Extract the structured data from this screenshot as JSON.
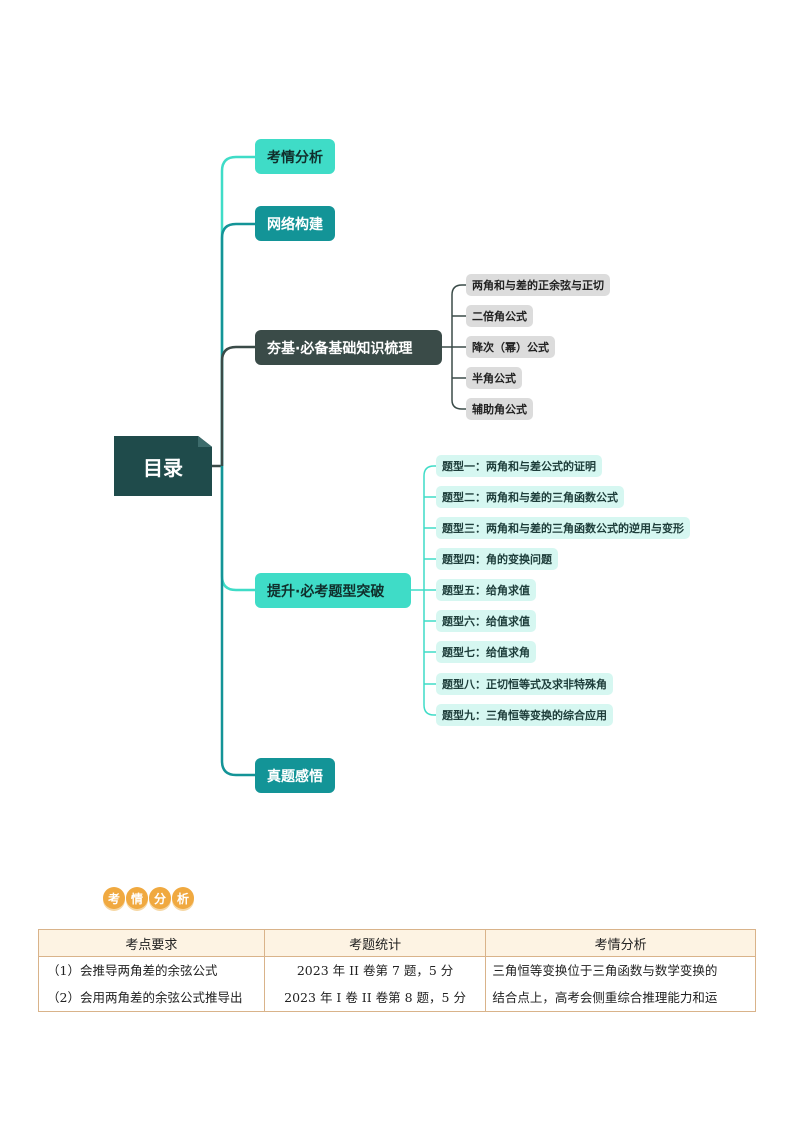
{
  "root": {
    "label": "目录"
  },
  "branches": [
    {
      "label": "考情分析"
    },
    {
      "label": "网络构建"
    },
    {
      "label": "夯基·必备基础知识梳理",
      "children": [
        "两角和与差的正余弦与正切",
        "二倍角公式",
        "降次（幂）公式",
        "半角公式",
        "辅助角公式"
      ]
    },
    {
      "label": "提升·必考题型突破",
      "children": [
        "题型一：两角和与差公式的证明",
        "题型二：两角和与差的三角函数公式",
        "题型三：两角和与差的三角函数公式的逆用与变形",
        "题型四：角的变换问题",
        "题型五：给角求值",
        "题型六：给值求值",
        "题型七：给值求角",
        "题型八：正切恒等式及求非特殊角",
        "题型九：三角恒等变换的综合应用"
      ]
    },
    {
      "label": "真题感悟"
    }
  ],
  "section_badge": [
    "考",
    "情",
    "分",
    "析"
  ],
  "table": {
    "headers": [
      "考点要求",
      "考题统计",
      "考情分析"
    ],
    "col1": [
      "（1）会推导两角差的余弦公式",
      "（2）会用两角差的余弦公式推导出"
    ],
    "col2": [
      "2023 年 II 卷第 7 题，5 分",
      "2023 年 I 卷 II 卷第 8 题，5 分"
    ],
    "col3": [
      "三角恒等变换位于三角函数与数学变换的",
      "结合点上，高考会侧重综合推理能力和运"
    ]
  },
  "colors": {
    "root": "#1f4b4b",
    "branch_light": "#3fdcc7",
    "branch_teal": "#139497",
    "branch_dark": "#3a4b48",
    "leaf_grey": "#dcdcdc",
    "leaf_mint": "#d6f7f1",
    "badge": "#f0a940",
    "table_border": "#d9b38a"
  }
}
